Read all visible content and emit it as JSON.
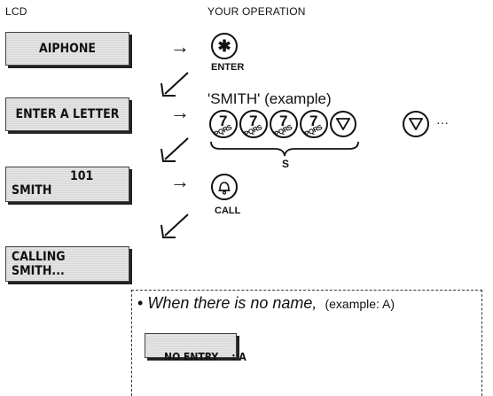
{
  "headers": {
    "lcd": "LCD",
    "operation": "YOUR OPERATION"
  },
  "steps": {
    "lcd1": "AIPHONE",
    "lcd2": "ENTER A LETTER",
    "lcd3_number": "101",
    "lcd3_name": "SMITH",
    "lcd4_line1": "CALLING",
    "lcd4_line2": "SMITH..."
  },
  "buttons": {
    "enter_symbol": "✱",
    "enter_label": "ENTER",
    "call_label": "CALL"
  },
  "example": {
    "title": "'SMITH' (example)",
    "key_digit": "7",
    "key_letters": "PQRS",
    "brace_label": "S",
    "ellipsis": "···"
  },
  "note": {
    "bullet": "•",
    "text_italic": "When there is no name,",
    "text_example": "(example: A)",
    "lcd": "NO ENTRY    : A"
  }
}
